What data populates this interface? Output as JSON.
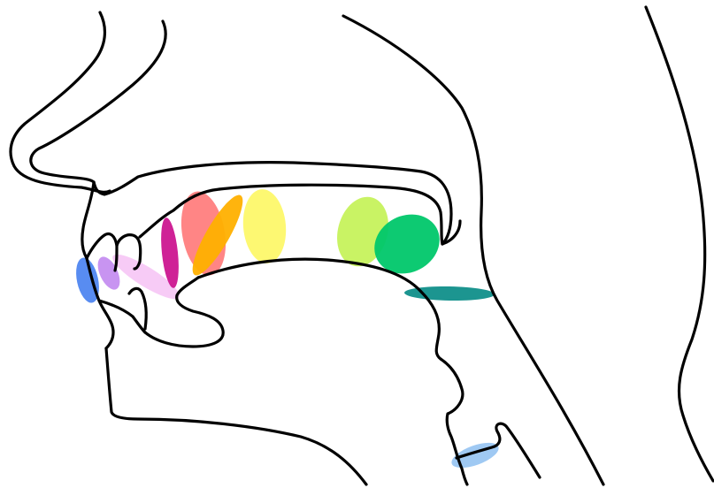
{
  "diagram": {
    "zones": [
      {
        "id": "bilabial",
        "color": "#4f86f0"
      },
      {
        "id": "labiodental",
        "color": "#c58ef0"
      },
      {
        "id": "dental",
        "color": "#f7c8f6"
      },
      {
        "id": "alveolar",
        "color": "#cc1690"
      },
      {
        "id": "postalveolar",
        "color": "#ff7e7e"
      },
      {
        "id": "retroflex",
        "color": "#ffb000"
      },
      {
        "id": "palatal",
        "color": "#fdf86a"
      },
      {
        "id": "velar",
        "color": "#c6f25c"
      },
      {
        "id": "uvular",
        "color": "#00c76a"
      },
      {
        "id": "pharyngeal",
        "color": "#108f8a"
      },
      {
        "id": "glottal",
        "color": "#9ac6f2"
      }
    ],
    "outline_color": "#000000"
  }
}
